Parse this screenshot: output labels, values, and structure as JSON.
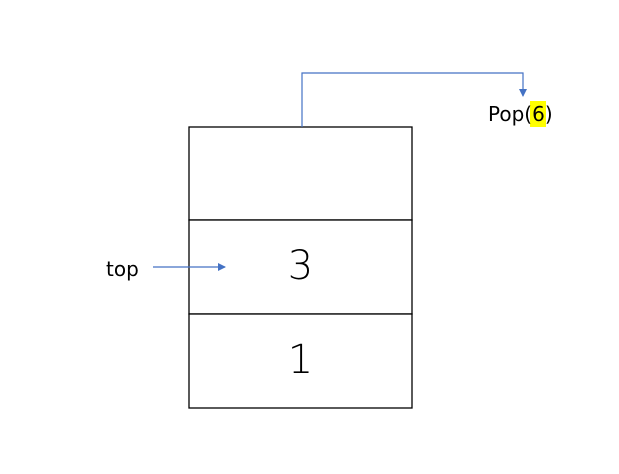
{
  "stack": {
    "cells": [
      {
        "value": ""
      },
      {
        "value": "3"
      },
      {
        "value": "1"
      }
    ]
  },
  "pointer": {
    "label": "top"
  },
  "operation": {
    "name": "Pop",
    "open_paren": "(",
    "argument": "6",
    "close_paren": ")"
  },
  "colors": {
    "arrow": "#4472c4",
    "highlight": "#ffff00",
    "outline": "#000000"
  }
}
